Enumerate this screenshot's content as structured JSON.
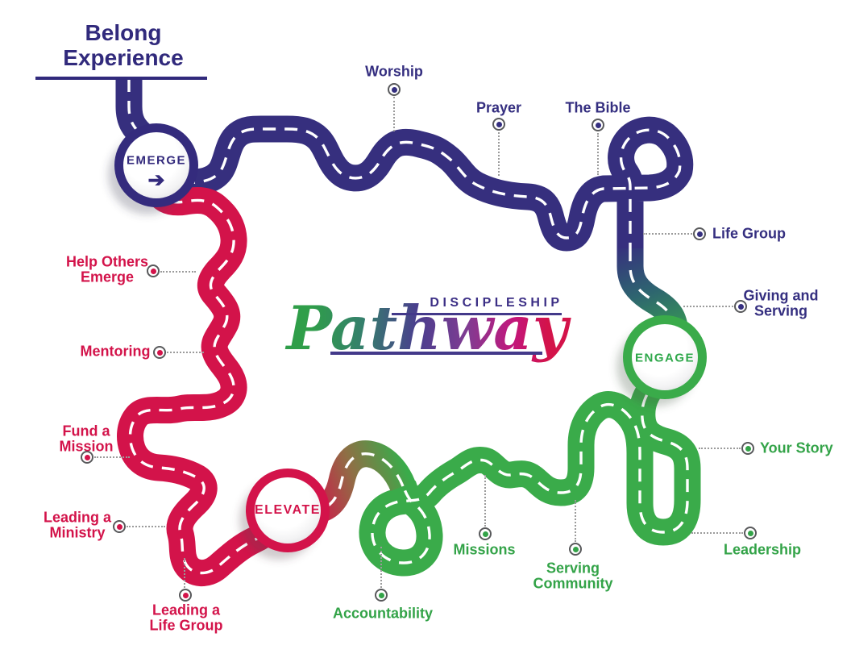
{
  "title": {
    "lines": [
      "Belong",
      "Experience"
    ]
  },
  "logo": {
    "top": "DISCIPLESHIP",
    "script": "Pathway"
  },
  "stages": {
    "emerge": {
      "label": "EMERGE",
      "arrow": "➔",
      "color": "#342b7d"
    },
    "engage": {
      "label": "ENGAGE",
      "color": "#3aab4a"
    },
    "elevate": {
      "label": "ELEVATE",
      "color": "#d3134a"
    }
  },
  "milestones": [
    {
      "id": "worship",
      "lines": [
        "Worship"
      ],
      "group": "emerge"
    },
    {
      "id": "prayer",
      "lines": [
        "Prayer"
      ],
      "group": "emerge"
    },
    {
      "id": "the-bible",
      "lines": [
        "The Bible"
      ],
      "group": "emerge"
    },
    {
      "id": "life-group",
      "lines": [
        "Life Group"
      ],
      "group": "emerge"
    },
    {
      "id": "giving-and-serving",
      "lines": [
        "Giving and",
        "Serving"
      ],
      "group": "emerge"
    },
    {
      "id": "your-story",
      "lines": [
        "Your Story"
      ],
      "group": "engage"
    },
    {
      "id": "leadership",
      "lines": [
        "Leadership"
      ],
      "group": "engage"
    },
    {
      "id": "serving-community",
      "lines": [
        "Serving",
        "Community"
      ],
      "group": "engage"
    },
    {
      "id": "missions",
      "lines": [
        "Missions"
      ],
      "group": "engage"
    },
    {
      "id": "accountability",
      "lines": [
        "Accountability"
      ],
      "group": "engage"
    },
    {
      "id": "leading-a-life-group",
      "lines": [
        "Leading a",
        "Life Group"
      ],
      "group": "elevate"
    },
    {
      "id": "leading-a-ministry",
      "lines": [
        "Leading a",
        "Ministry"
      ],
      "group": "elevate"
    },
    {
      "id": "fund-a-mission",
      "lines": [
        "Fund a",
        "Mission"
      ],
      "group": "elevate"
    },
    {
      "id": "mentoring",
      "lines": [
        "Mentoring"
      ],
      "group": "elevate"
    },
    {
      "id": "help-others-emerge",
      "lines": [
        "Help Others",
        "Emerge"
      ],
      "group": "elevate"
    }
  ],
  "colors": {
    "road_indigo": "#362f7e",
    "road_green": "#3aab4a",
    "road_crimson": "#d3134a",
    "label_indigo": "#352f80",
    "label_green": "#33a348",
    "label_crimson": "#d3134a",
    "dash": "#ffffff",
    "marker_ring": "#58595b",
    "leader_line": "#9b9b9b",
    "title": "#312a7c",
    "logo_text": "#3b2e85"
  }
}
